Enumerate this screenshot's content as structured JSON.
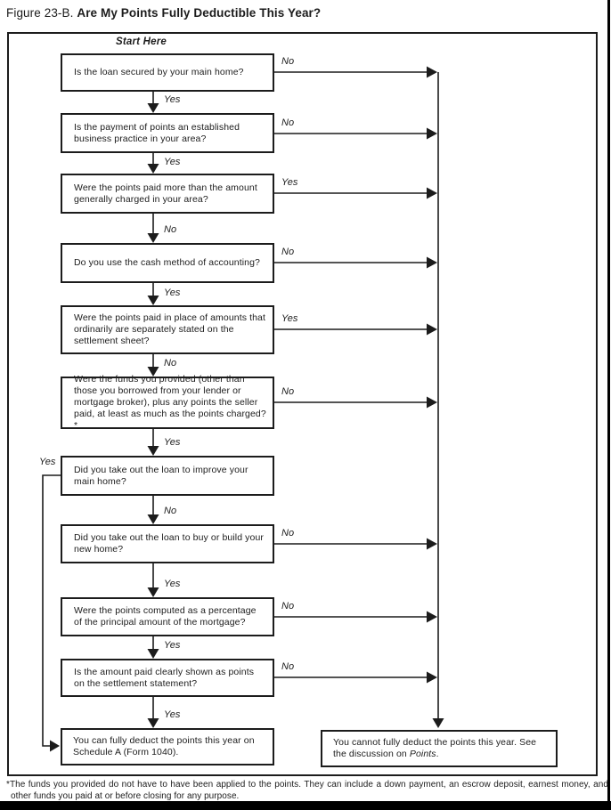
{
  "figure": {
    "label": "Figure 23-B.",
    "title": "Are My Points Fully Deductible This Year?"
  },
  "start_here": "Start Here",
  "flowchart": {
    "questions": [
      "Is the loan secured by your main home?",
      "Is the payment of points an established business practice in your area?",
      "Were the points paid more than the amount generally charged in your area?",
      "Do you use the cash method of accounting?",
      "Were the points paid in place of amounts that ordinarily are separately stated on the settlement sheet?",
      "Were the funds you provided (other than those you borrowed from your lender or mortgage broker), plus any points the seller paid, at least as much as the points charged?*",
      "Did you take out the loan to improve your main home?",
      "Did you take out the loan to buy or build your new home?",
      "Were the points computed as a percentage of the principal amount of the mortgage?",
      "Is the amount paid clearly shown as points on the settlement statement?"
    ],
    "down_labels": [
      "Yes",
      "Yes",
      "No",
      "Yes",
      "No",
      "Yes",
      "No",
      "Yes",
      "Yes",
      "Yes"
    ],
    "side_labels": [
      "No",
      "No",
      "Yes",
      "No",
      "Yes",
      "No",
      "No",
      "No",
      "No"
    ],
    "left_label": "Yes",
    "outcome_deduct": "You can fully deduct the points this year on Schedule A (Form 1040).",
    "outcome_not_deduct": {
      "prefix": "You cannot fully deduct the points this year. See the discussion on ",
      "italic_word": "Points",
      "suffix": "."
    }
  },
  "footnote": "*The funds you provided do not have to have been applied to the points. They can include a down payment, an escrow deposit, earnest money, and other funds you paid at or before closing for any purpose.",
  "colors": {
    "ink": "#1c1c1c",
    "page_edge": "#000000"
  }
}
